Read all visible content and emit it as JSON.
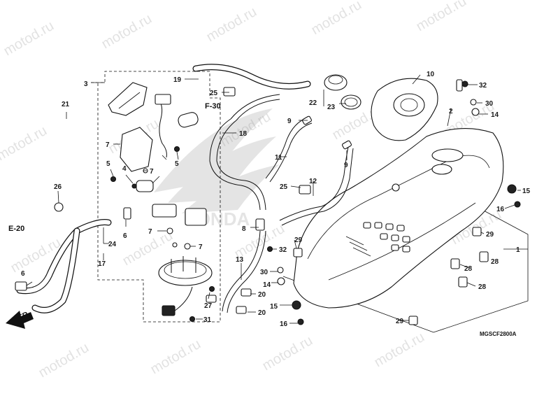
{
  "diagram": {
    "code": "MGSCF2800A",
    "refs": {
      "e20": "E-20",
      "f30": "F-30",
      "front": "FR."
    },
    "brand": "HONDA",
    "watermark": "motod.ru",
    "callouts": {
      "c1": "1",
      "c2": "2",
      "c3": "3",
      "c4": "4",
      "c5a": "5",
      "c5b": "5",
      "c6a": "6",
      "c6b": "6",
      "c7a": "7",
      "c7b": "7",
      "c7c": "7",
      "c7d": "7",
      "c8": "8",
      "c9a": "9",
      "c9b": "9",
      "c10": "10",
      "c11": "11",
      "c12": "12",
      "c13": "13",
      "c14a": "14",
      "c14b": "14",
      "c15a": "15",
      "c15b": "15",
      "c16a": "16",
      "c16b": "16",
      "c17": "17",
      "c18": "18",
      "c19": "19",
      "c20a": "20",
      "c20b": "20",
      "c21": "21",
      "c22": "22",
      "c23": "23",
      "c24": "24",
      "c25a": "25",
      "c25b": "25",
      "c26": "26",
      "c27": "27",
      "c28a": "28",
      "c28b": "28",
      "c28c": "28",
      "c29a": "29",
      "c29b": "29",
      "c29c": "29",
      "c30a": "30",
      "c30b": "30",
      "c31": "31",
      "c32a": "32",
      "c32b": "32"
    }
  }
}
